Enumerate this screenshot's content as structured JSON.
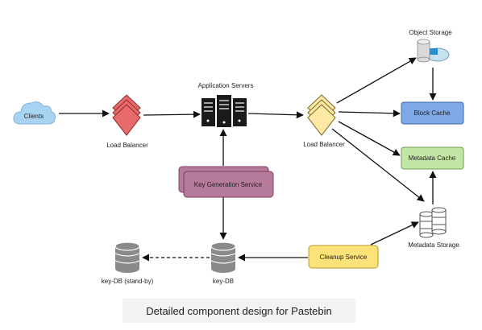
{
  "diagram": {
    "nodes": {
      "clients": "Clients",
      "lb_left": "Load Balancer",
      "app_servers": "Application Servers",
      "lb_right": "Load Balancer",
      "object_storage": "Object Storage",
      "block_cache": "Block Cache",
      "metadata_cache": "Metadata Cache",
      "metadata_storage": "Metadata Storage",
      "kgs": "Key Generation Service",
      "cleanup": "Cleanup Service",
      "key_db": "key-DB",
      "key_db_standby": "key-DB (stand-by)"
    },
    "colors": {
      "cloud": "#a9d3f2",
      "lb_left": "#e86a6a",
      "lb_right": "#fde8a6",
      "block_cache": "#7ea8e6",
      "metadata_cache": "#c3e6a6",
      "kgs": "#b67a9b",
      "cleanup": "#fde27a",
      "db_gray": "#8a8a8a",
      "server_black": "#1a1a1a"
    }
  },
  "caption": "Detailed component design for Pastebin"
}
